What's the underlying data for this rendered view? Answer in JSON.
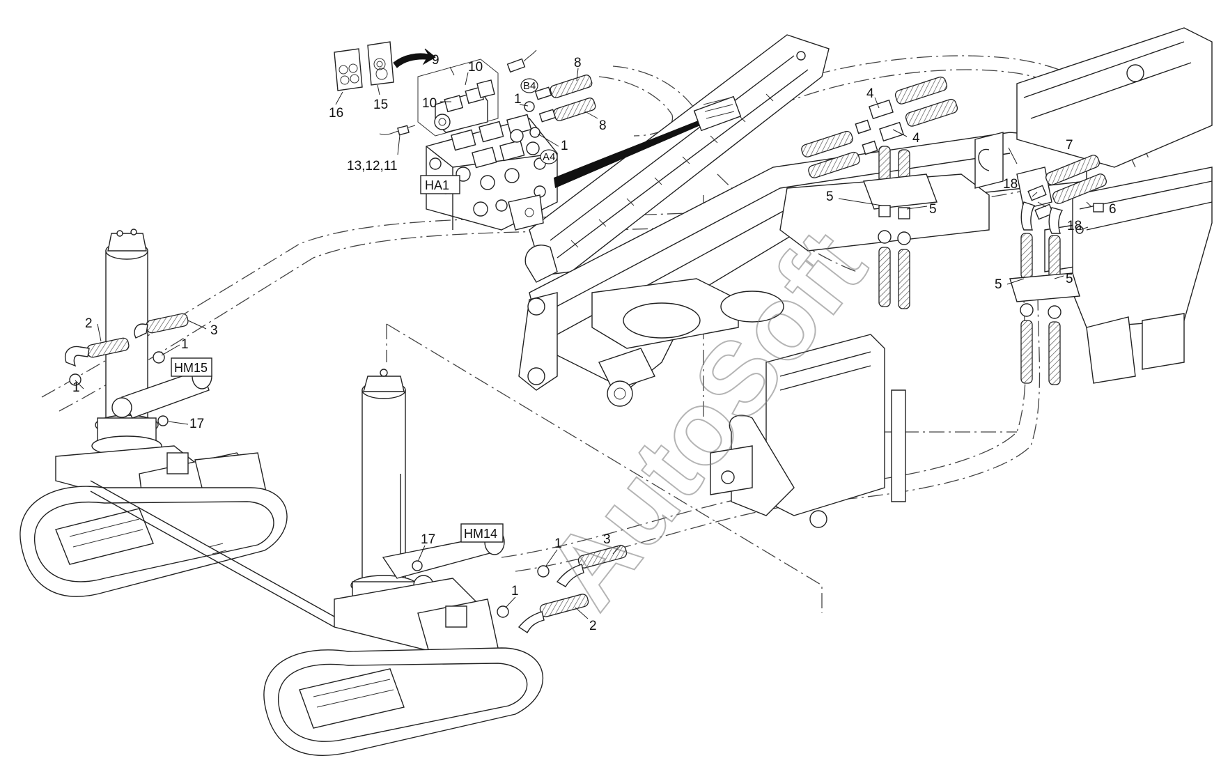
{
  "watermark": "AutoSoft",
  "part_labels": {
    "l1a": "1",
    "l1b": "1",
    "l1c": "1",
    "l1d": "1",
    "l1e": "1",
    "l1f": "1",
    "l2a": "2",
    "l2b": "2",
    "l3a": "3",
    "l3b": "3",
    "l4a": "4",
    "l4b": "4",
    "l5a": "5",
    "l5b": "5",
    "l5c": "5",
    "l5d": "5",
    "l6": "6",
    "l7": "7",
    "l8a": "8",
    "l8b": "8",
    "l9": "9",
    "l10a": "10",
    "l10b": "10",
    "l13": "13,12,11",
    "l15": "15",
    "l16": "16",
    "l17a": "17",
    "l17b": "17",
    "l18a": "18",
    "l18b": "18"
  },
  "component_tags": {
    "ha1": "HA1",
    "hm15": "HM15",
    "hm14": "HM14"
  },
  "port_callouts": {
    "b4": "B4",
    "a4": "A4"
  }
}
